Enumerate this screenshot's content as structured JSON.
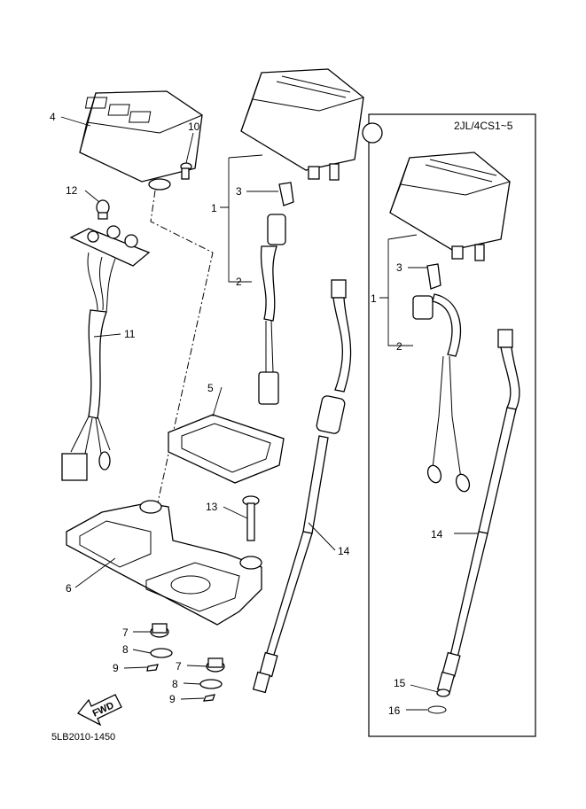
{
  "diagram_code": "5LB2010-1450",
  "variant_box_title": "2JL/4CS1~5",
  "fwd_arrow_text": "FWD",
  "callouts": {
    "c1": "1",
    "c2": "2",
    "c3": "3",
    "c4": "4",
    "c5": "5",
    "c6": "6",
    "c7": "7",
    "c8": "8",
    "c9": "9",
    "c10": "10",
    "c11": "11",
    "c12": "12",
    "c13": "13",
    "c14": "14",
    "r1": "1",
    "r2": "2",
    "r3": "3",
    "r14": "14",
    "r15": "15",
    "r16": "16",
    "b7": "7",
    "b8": "8",
    "b9": "9"
  }
}
